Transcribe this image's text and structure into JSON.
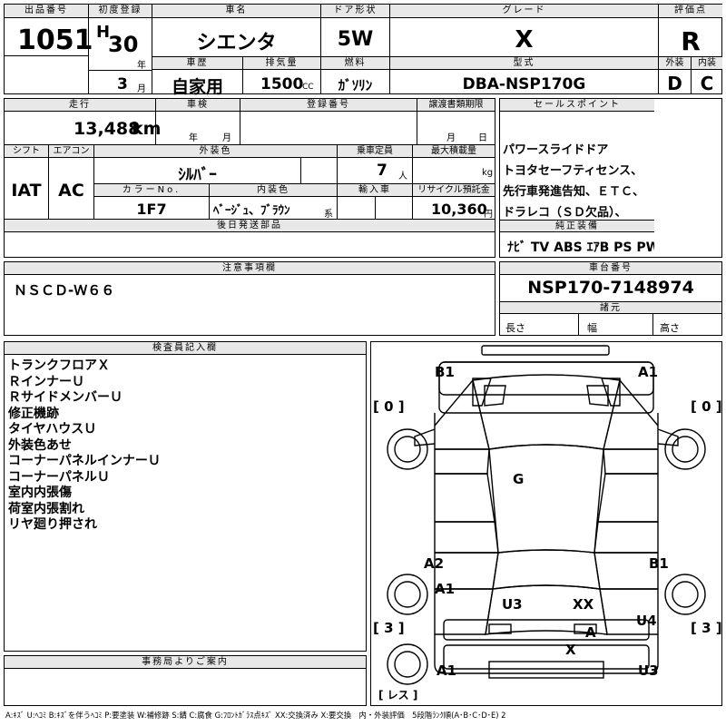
{
  "header": {
    "lot_no_label": "出品番号",
    "lot_no": "1051",
    "first_reg_label": "初度登録",
    "era_letter": "H",
    "year": "30",
    "year_unit": "年",
    "month": "3",
    "month_unit": "月",
    "car_name_label": "車名",
    "car_name": "シエンタ",
    "door_label": "ドア形状",
    "door": "5W",
    "grade_label": "グレード",
    "grade": "X",
    "score_label": "評価点",
    "score": "R",
    "history_label": "車歴",
    "history": "自家用",
    "displacement_label": "排気量",
    "displacement": "1500",
    "displacement_unit": "CC",
    "fuel_label": "燃料",
    "fuel": "ｶﾞｿﾘﾝ",
    "model_label": "型式",
    "model": "DBA-NSP170G",
    "exterior_label": "外装",
    "exterior": "D",
    "interior_label": "内装",
    "interior": "C"
  },
  "row2": {
    "mileage_label": "走行",
    "mileage": "13,488",
    "mileage_unit": "km",
    "inspection_label": "車検",
    "inspection_year_unit": "年",
    "inspection_month_unit": "月",
    "reg_no_label": "登録番号",
    "transfer_label": "譲渡書類期限",
    "transfer_month_unit": "月",
    "transfer_day_unit": "日",
    "shift_label": "シフト",
    "shift": "IAT",
    "ac_label": "エアコン",
    "ac": "AC",
    "color_label": "外装色",
    "color": "ｼﾙﾊﾞｰ",
    "capacity_label": "乗車定員",
    "capacity": "7",
    "capacity_unit": "人",
    "load_label": "最大積載量",
    "load_unit": "kg",
    "color_no_label": "カラーNo.",
    "color_no": "1F7",
    "interior_color_label": "内装色",
    "interior_color": "ﾍﾞｰｼﾞｭ、ﾌﾞﾗｳﾝ",
    "interior_color_suffix": "系",
    "import_label": "輸入車",
    "recycle_label": "リサイクル預託金",
    "recycle": "10,360",
    "recycle_unit": "円",
    "later_parts_label": "後日発送部品"
  },
  "sales": {
    "label": "セールスポイント",
    "lines": [
      "パワースライドドア",
      "トヨタセーフティセンス、",
      "先行車発進告知、ＥＴＣ、",
      "ドラレコ（ＳＤ欠品）、"
    ],
    "equip_label": "純正装備",
    "equip": "ﾅﾋﾞ  TV  ABS ｴｱB PS PW"
  },
  "caution": {
    "label": "注意事項欄",
    "text": "ＮＳＣＤ-Ｗ６６"
  },
  "chassis": {
    "label": "車台番号",
    "number": "NSP170-7148974",
    "spec_label": "諸元",
    "length_label": "長さ",
    "width_label": "幅",
    "height_label": "高さ"
  },
  "inspector": {
    "label": "検査員記入欄",
    "lines": [
      "トランクフロアＸ",
      "ＲインナーＵ",
      "ＲサイドメンバーＵ",
      "修正機跡",
      "タイヤハウスＵ",
      "外装色あせ",
      "コーナーパネルインナーＵ",
      "コーナーパネルＵ",
      "室内内張傷",
      "荷室内張割れ",
      "リヤ廻り押され"
    ]
  },
  "office": {
    "label": "事務局よりご案内"
  },
  "diagram": {
    "tire_fl": "[ 0 ]",
    "tire_fr": "[ 0 ]",
    "tire_rl": "[ 3 ]",
    "tire_rr": "[ 3 ]",
    "spare": "[ レス ]",
    "b1_top": "B1",
    "a1_top": "A1",
    "g": "G",
    "a2_left": "A2",
    "a1_left": "A1",
    "b1_right": "B1",
    "u3_rear": "U3",
    "xx_rear": "XX",
    "u4": "U4",
    "a_bumper": "A",
    "x_bumper": "X",
    "a1_bottom": "A1",
    "u3_bottom": "U3"
  },
  "legend": "A:ｷｽﾞ U:ﾍｺﾐ B:ｷｽﾞを伴うﾍｺﾐ P:要塗装 W:補修跡 S:錆 C:腐食 G:ﾌﾛﾝﾄｶﾞﾗｽ点ｷｽﾞ XX:交換済み X:要交換　内・外装評価　5段階ﾗﾝｸ順(A･B･C･D･E) 2"
}
